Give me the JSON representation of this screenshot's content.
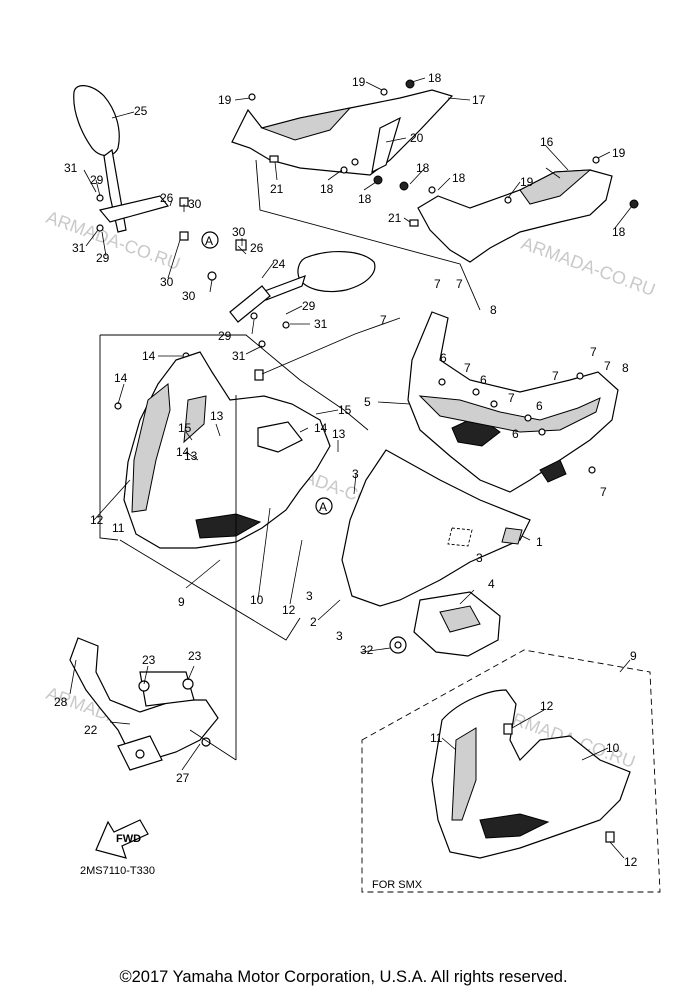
{
  "watermark": {
    "text": "ARMADA-CO.RU"
  },
  "callouts": {
    "n1": "1",
    "n2": "2",
    "n3": "3",
    "n4": "4",
    "n5": "5",
    "n6": "6",
    "n7": "7",
    "n8": "8",
    "n9": "9",
    "n10": "10",
    "n11": "11",
    "n12": "12",
    "n13": "13",
    "n14": "14",
    "n15": "15",
    "n16": "16",
    "n17": "17",
    "n18": "18",
    "n19": "19",
    "n20": "20",
    "n21": "21",
    "n22": "22",
    "n23": "23",
    "n24": "24",
    "n25": "25",
    "n26": "26",
    "n27": "27",
    "n28": "28",
    "n29": "29",
    "n30": "30",
    "n31": "31",
    "n32": "32",
    "ref_a": "A"
  },
  "fwd_label": "FWD",
  "diagram_code": "2MS7110-T330",
  "inset_label": "FOR SMX",
  "copyright": "©2017 Yamaha Motor Corporation, U.S.A. All rights reserved."
}
